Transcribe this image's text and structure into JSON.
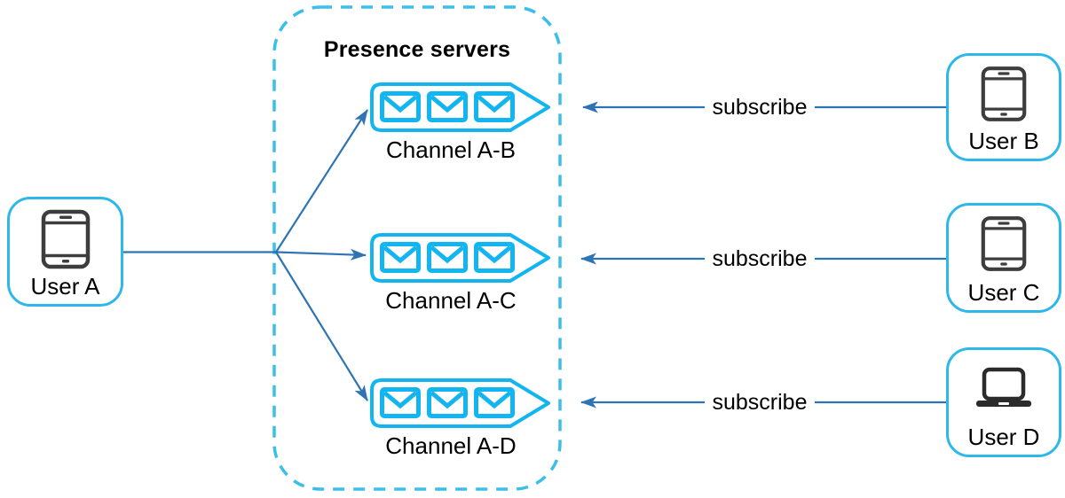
{
  "diagram": {
    "presence_group": {
      "title": "Presence servers"
    },
    "users": [
      {
        "id": "user-a",
        "label": "User A",
        "device": "smartphone"
      },
      {
        "id": "user-b",
        "label": "User B",
        "device": "smartphone"
      },
      {
        "id": "user-c",
        "label": "User C",
        "device": "smartphone"
      },
      {
        "id": "user-d",
        "label": "User D",
        "device": "laptop"
      }
    ],
    "channels": [
      {
        "id": "channel-a-b",
        "label": "Channel A-B",
        "envelope_count": 3
      },
      {
        "id": "channel-a-c",
        "label": "Channel A-C",
        "envelope_count": 3
      },
      {
        "id": "channel-a-d",
        "label": "Channel A-D",
        "envelope_count": 3
      }
    ],
    "edges": {
      "subscribe_label": "subscribe",
      "publish_edges": [
        "User A -> Channel A-B",
        "User A -> Channel A-C",
        "User A -> Channel A-D"
      ],
      "subscribe_edges": [
        "User B -> Channel A-B",
        "User C -> Channel A-C",
        "User D -> Channel A-D"
      ]
    },
    "colors": {
      "cyan_shape": "#13b5f0",
      "cyan_box_border": "#2eb7e9",
      "cyan_dashed_border": "#3bbfe9",
      "arrow_blue": "#2e74b5",
      "icon_dark": "#3d3d3d",
      "text": "#000000"
    }
  }
}
